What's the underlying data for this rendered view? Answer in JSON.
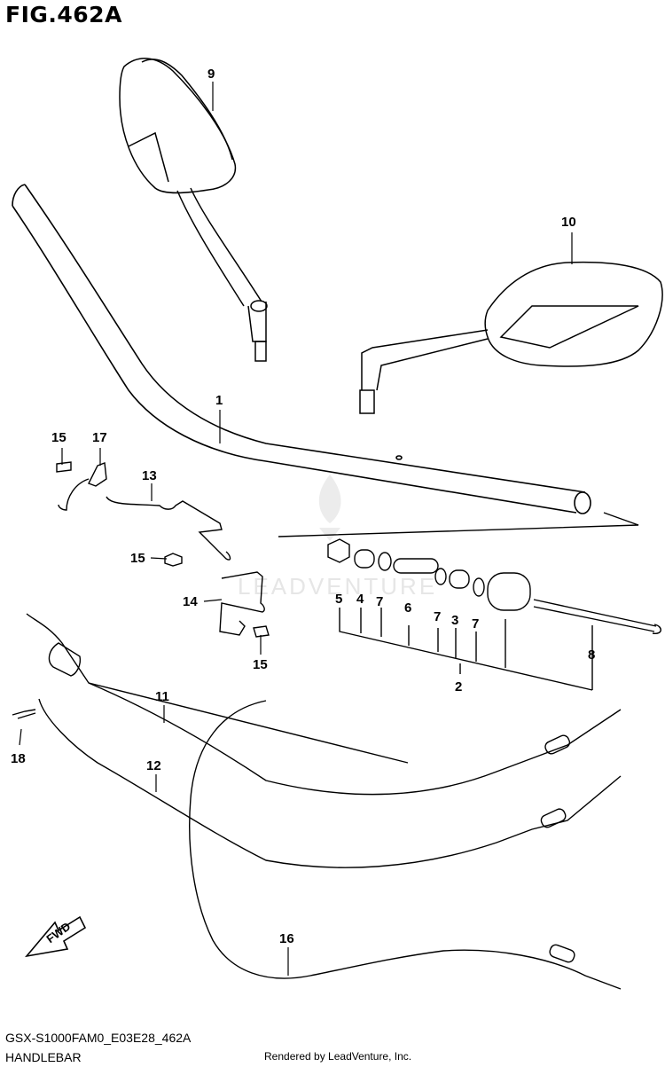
{
  "figure": {
    "title": "FIG.462A"
  },
  "footer": {
    "code": "GSX-S1000FAM0_E03E28_462A",
    "name": "HANDLEBAR",
    "credit": "Rendered by LeadVenture, Inc."
  },
  "watermark": {
    "text": "LEADVENTURE"
  },
  "direction_marker": {
    "label": "FWD"
  },
  "callouts": {
    "c1": "1",
    "c2": "2",
    "c3": "3",
    "c4": "4",
    "c5": "5",
    "c6": "6",
    "c7a": "7",
    "c7b": "7",
    "c7c": "7",
    "c8": "8",
    "c9": "9",
    "c10": "10",
    "c11": "11",
    "c12": "12",
    "c13": "13",
    "c14": "14",
    "c15a": "15",
    "c15b": "15",
    "c15c": "15",
    "c16": "16",
    "c17": "17",
    "c18": "18"
  },
  "parts": {
    "handlebar": "1",
    "balancer_weight_set": "2",
    "mirror_left": "9",
    "mirror_right": "10",
    "throttle_cable_1": "11",
    "throttle_cable_2": "12",
    "clutch_cable": "16"
  },
  "colors": {
    "line": "#000000",
    "watermark": "#e6e6e6",
    "background": "#ffffff"
  }
}
